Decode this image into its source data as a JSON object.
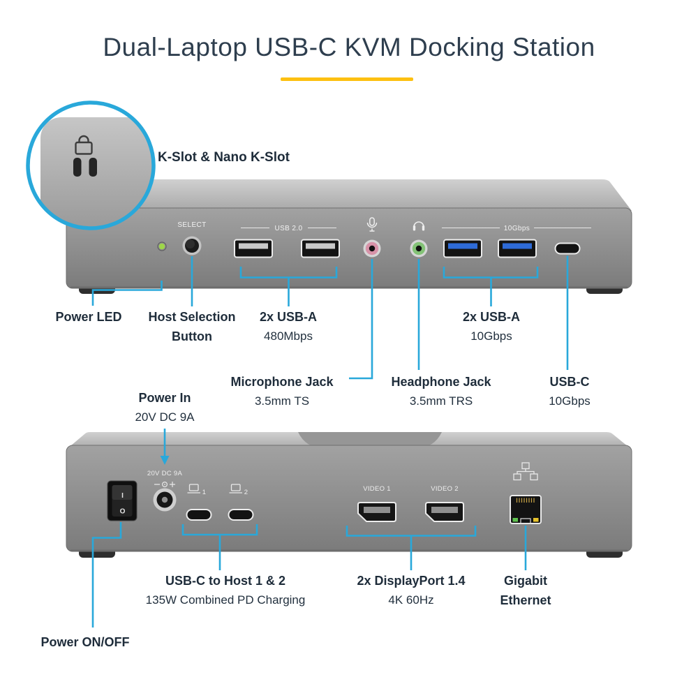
{
  "title": "Dual-Laptop USB-C KVM Docking Station",
  "callout": {
    "kslot_label": "K-Slot & Nano K-Slot"
  },
  "front": {
    "markings": {
      "select": "SELECT",
      "usb2": "USB 2.0",
      "gbps10": "10Gbps"
    },
    "labels": {
      "power_led": {
        "line1": "Power LED"
      },
      "host_button": {
        "line1": "Host Selection",
        "line2": "Button"
      },
      "usb_a_480": {
        "line1": "2x USB-A",
        "line2": "480Mbps"
      },
      "usb_a_10g": {
        "line1": "2x USB-A",
        "line2": "10Gbps"
      },
      "mic_jack": {
        "line1": "Microphone Jack",
        "line2": "3.5mm TS"
      },
      "headphone_jack": {
        "line1": "Headphone Jack",
        "line2": "3.5mm TRS"
      },
      "usb_c": {
        "line1": "USB-C",
        "line2": "10Gbps"
      }
    }
  },
  "back": {
    "markings": {
      "dc_rating": "20V DC 9A",
      "video1": "VIDEO 1",
      "video2": "VIDEO 2",
      "host1": "1",
      "host2": "2",
      "switch_on": "I",
      "switch_off": "O"
    },
    "labels": {
      "power_in": {
        "line1": "Power In",
        "line2": "20V DC 9A"
      },
      "usb_c_host": {
        "line1": "USB-C to Host 1 & 2",
        "line2": "135W Combined PD Charging"
      },
      "displayport": {
        "line1": "2x DisplayPort 1.4",
        "line2": "4K 60Hz"
      },
      "ethernet": {
        "line1": "Gigabit",
        "line2": "Ethernet"
      },
      "power_switch": {
        "line1": "Power ON/OFF"
      }
    }
  },
  "colors": {
    "accent_blue": "#29a8da",
    "accent_yellow": "#fdc010",
    "title_text": "#2e3e4e",
    "label_text": "#1e2c3a",
    "device_gray": "#8f8f8f",
    "usb3_blue": "#2e6bd8",
    "mic_pink": "#d792a8",
    "headphone_green": "#83c276",
    "led_green": "#9ed649"
  }
}
